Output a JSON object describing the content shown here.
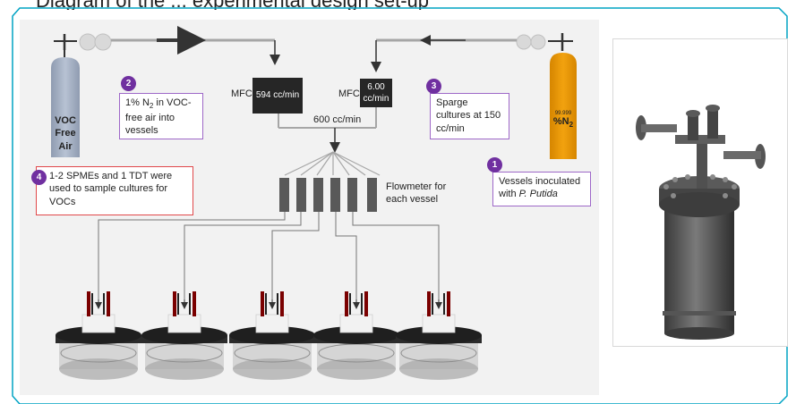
{
  "heading": "Diagram of the ... experimental design set-up",
  "tanks": {
    "air": {
      "line1": "VOC",
      "line2": "Free",
      "line3": "Air",
      "color": "#adb9ca"
    },
    "n2": {
      "purity": "99.999",
      "gas_prefix": "%N",
      "gas_sub": "2",
      "color": "#e59400"
    }
  },
  "mfc_left": {
    "prefix": "MFC",
    "value": "594 cc/min"
  },
  "mfc_right": {
    "prefix": "MFC",
    "value_line1": "6.00",
    "value_line2": "cc/min"
  },
  "merged_flow": "600 cc/min",
  "flowmeter_label": "Flowmeter for each vessel",
  "notes": {
    "n1": {
      "number": "1",
      "text_before": "Vessels inoculated with ",
      "text_italic": "P. Putida",
      "border": "#7030a0"
    },
    "n2": {
      "number": "2",
      "text_a": "1% N",
      "text_sub": "2",
      "text_b": " in VOC-free air into vessels",
      "border": "#7030a0"
    },
    "n3": {
      "number": "3",
      "text": "Sparge cultures at 150 cc/min",
      "border": "#7030a0"
    },
    "n4": {
      "number": "4",
      "text": "1-2 SPMEs and 1 TDT were used to sample cultures for VOCs",
      "border": "#e0484a"
    }
  },
  "colors": {
    "accent": "#7030a0",
    "pipe": "#a6a6a6",
    "frame": "#00a3c4",
    "note4_border": "#e0484a"
  }
}
